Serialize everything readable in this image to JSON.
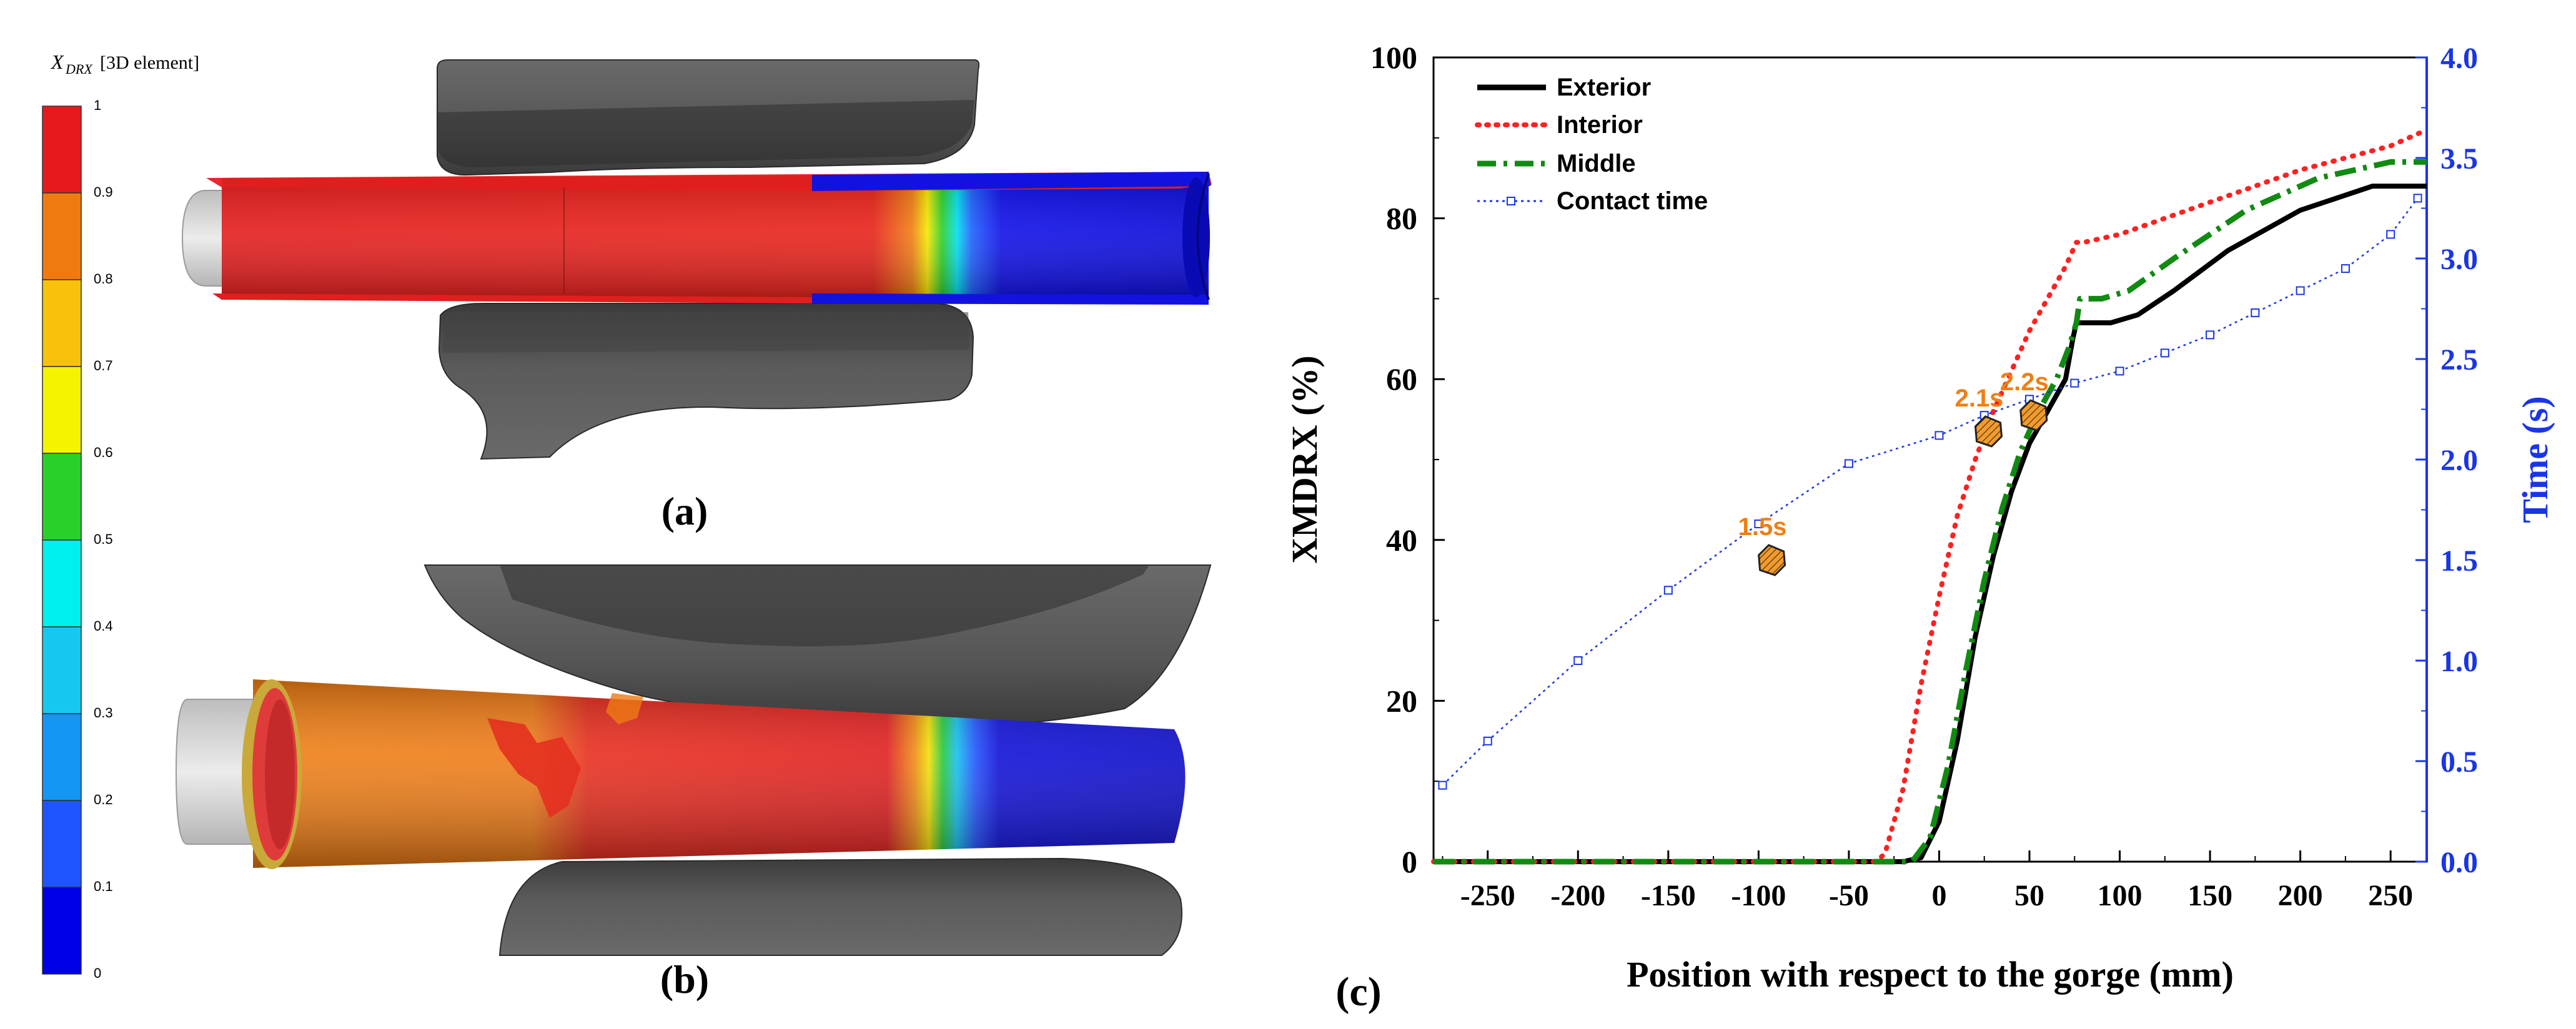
{
  "colorbar": {
    "title_var": "X",
    "title_sub": "DRX",
    "title_rest": "[3D element]",
    "ticks": [
      "1",
      "0.9",
      "0.8",
      "0.7",
      "0.6",
      "0.5",
      "0.4",
      "0.3",
      "0.2",
      "0.1",
      "0"
    ],
    "colors": [
      "#e8191c",
      "#f07a10",
      "#f9c20a",
      "#f4f400",
      "#2ad02a",
      "#00f0f0",
      "#16c8f0",
      "#1496f5",
      "#1e55ff",
      "#0000e6"
    ]
  },
  "panel_labels": {
    "a": "(a)",
    "b": "(b)",
    "c": "(c)"
  },
  "colors": {
    "roll": "#5a5a5a",
    "mandrel": "#d6d6d6",
    "series_exterior": "#000000",
    "series_interior": "#ff2020",
    "series_middle": "#118a11",
    "series_contact": "#1a35e8",
    "right_axis": "#1a35e8",
    "marker_fill": "#f39a2a",
    "annotation": "#ef7f13"
  },
  "chart_data": {
    "type": "line",
    "xlabel": "Position with respect to the gorge (mm)",
    "ylabel": "XMDRX (%)",
    "y2label": "Time (s)",
    "xlim": [
      -280,
      270
    ],
    "ylim": [
      0,
      100
    ],
    "y2lim": [
      0,
      4
    ],
    "xticks": [
      "-250",
      "-200",
      "-150",
      "-100",
      "-50",
      "0",
      "50",
      "100",
      "150",
      "200",
      "250"
    ],
    "yticks": [
      "0",
      "20",
      "40",
      "60",
      "80",
      "100"
    ],
    "y2ticks": [
      "0.0",
      "0.5",
      "1.0",
      "1.5",
      "2.0",
      "2.5",
      "3.0",
      "3.5",
      "4.0"
    ],
    "legend_position": "top-left",
    "series": [
      {
        "name": "Exterior",
        "axis": "left",
        "style": "solid",
        "x": [
          -280,
          -20,
          -10,
          0,
          10,
          20,
          30,
          40,
          50,
          60,
          70,
          74,
          76,
          80,
          95,
          110,
          130,
          160,
          200,
          240,
          255,
          270
        ],
        "y": [
          0,
          0,
          0.5,
          5,
          15,
          28,
          38,
          46,
          52,
          56,
          60,
          65,
          67,
          67,
          67,
          68,
          71,
          76,
          81,
          84,
          84,
          84
        ]
      },
      {
        "name": "Interior",
        "axis": "left",
        "style": "dotted",
        "x": [
          -280,
          -35,
          -30,
          -20,
          -10,
          0,
          10,
          20,
          30,
          40,
          50,
          60,
          70,
          76,
          80,
          100,
          150,
          200,
          250,
          270
        ],
        "y": [
          0,
          0,
          1,
          9,
          22,
          33,
          43,
          50,
          56,
          61,
          66,
          70,
          74,
          77,
          77,
          78,
          82,
          86,
          89,
          91
        ]
      },
      {
        "name": "Middle",
        "axis": "left",
        "style": "dashdot",
        "x": [
          -280,
          -15,
          -5,
          5,
          15,
          25,
          35,
          45,
          55,
          65,
          72,
          76,
          78,
          90,
          105,
          130,
          170,
          210,
          250,
          270
        ],
        "y": [
          0,
          0,
          3,
          12,
          24,
          35,
          44,
          51,
          56,
          60,
          64,
          67,
          70,
          70,
          71,
          75,
          81,
          85,
          87,
          87
        ]
      },
      {
        "name": "Contact time",
        "axis": "right",
        "style": "dotted-square",
        "x": [
          -275,
          -250,
          -200,
          -150,
          -100,
          -50,
          0,
          25,
          50,
          75,
          100,
          125,
          150,
          175,
          200,
          225,
          250,
          265
        ],
        "y": [
          0.38,
          0.6,
          1.0,
          1.35,
          1.68,
          1.98,
          2.12,
          2.22,
          2.3,
          2.38,
          2.44,
          2.53,
          2.62,
          2.73,
          2.84,
          2.95,
          3.12,
          3.3
        ]
      }
    ],
    "annotations": [
      {
        "text": "1.5s",
        "x": -93,
        "y": 37.5
      },
      {
        "text": "2.1s",
        "x": 27,
        "y": 53.5
      },
      {
        "text": "2.2s",
        "x": 52,
        "y": 55.5
      }
    ]
  }
}
